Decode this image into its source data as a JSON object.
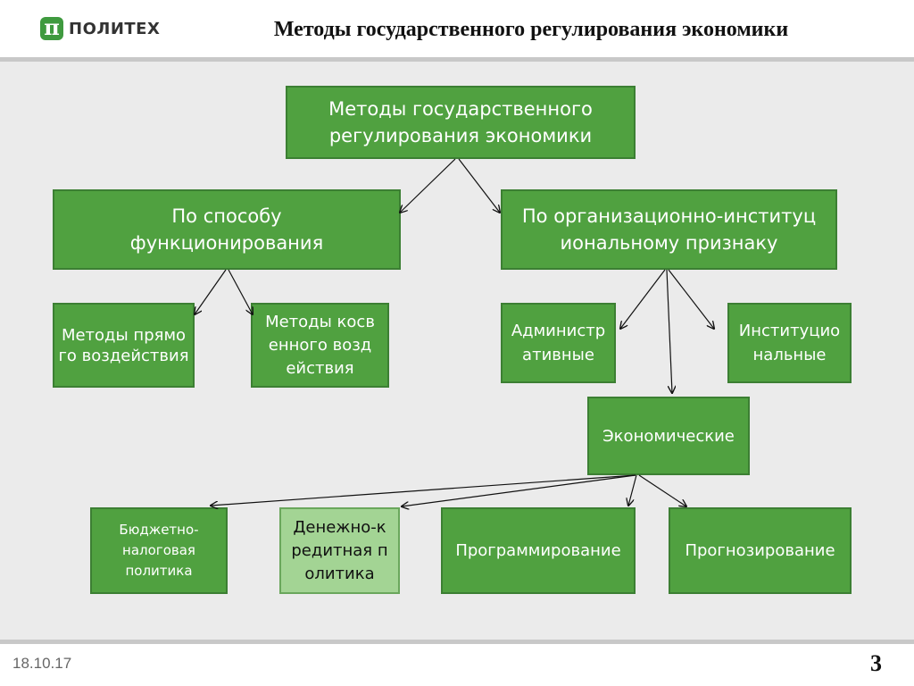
{
  "header": {
    "logo_text": "ПОЛИТЕХ",
    "logo_symbol": "π",
    "title": "Методы государственного регулирования экономики"
  },
  "footer": {
    "date": "18.10.17",
    "page_number": "3"
  },
  "diagram": {
    "root": "Методы государственного регулирования экономики",
    "by_function": "По способу функционирования",
    "by_institution": "По организационно-институциональному признаку",
    "direct": "Методы прямого воздействия",
    "indirect": "Методы косвенного воздействия",
    "administrative": "Административные",
    "institutional": "Институциональные",
    "economic": "Экономические",
    "budget": "Бюджетно-налоговая политика",
    "monetary": "Денежно-кредитная политика",
    "programming": "Программирование",
    "forecasting": "Прогнозирование"
  },
  "colors": {
    "box_fill": "#50a140",
    "box_border": "#3c7f33",
    "box_light_fill": "#a3d494",
    "background": "#ebebeb",
    "logo": "#3f9a3f"
  }
}
